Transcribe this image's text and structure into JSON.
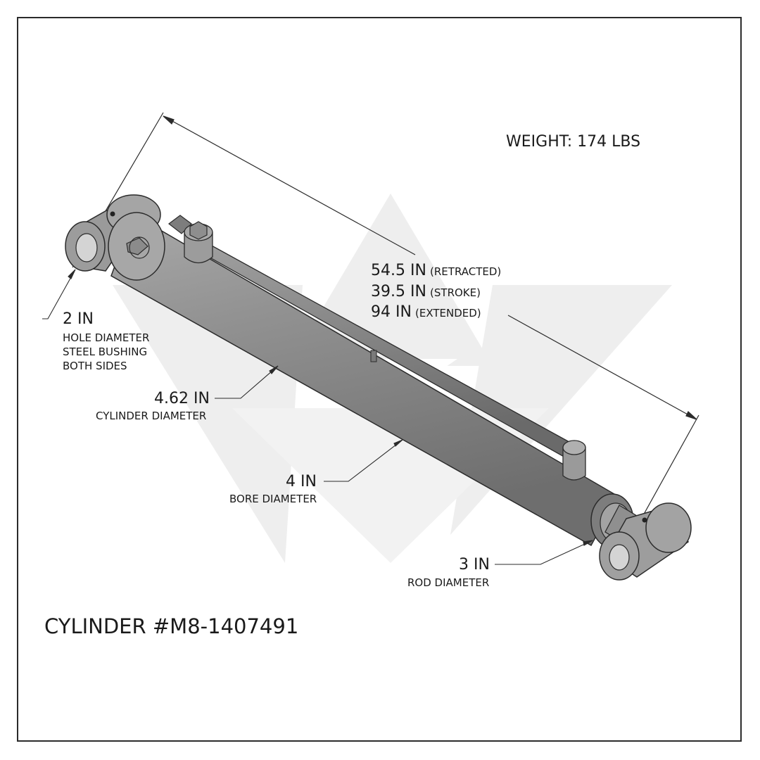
{
  "title": "CYLINDER #M8-1407491",
  "weight": "WEIGHT: 174 LBS",
  "length_dims": [
    {
      "value": "54.5 IN",
      "note": "(RETRACTED)"
    },
    {
      "value": "39.5 IN",
      "note": "(STROKE)"
    },
    {
      "value": "94 IN",
      "note": "(EXTENDED)"
    }
  ],
  "callouts": {
    "hole": {
      "value": "2 IN",
      "lines": [
        "HOLE DIAMETER",
        "STEEL BUSHING",
        "BOTH SIDES"
      ]
    },
    "cylinder": {
      "value": "4.62 IN",
      "label": "CYLINDER DIAMETER"
    },
    "bore": {
      "value": "4 IN",
      "label": "BORE DIAMETER"
    },
    "rod": {
      "value": "3 IN",
      "label": "ROD DIAMETER"
    }
  },
  "colors": {
    "body": "#8a8a8a",
    "body_dark": "#5e5e5e",
    "body_light": "#b3b3b3",
    "watermark": "#eeeeee",
    "line": "#2b2b2b"
  }
}
